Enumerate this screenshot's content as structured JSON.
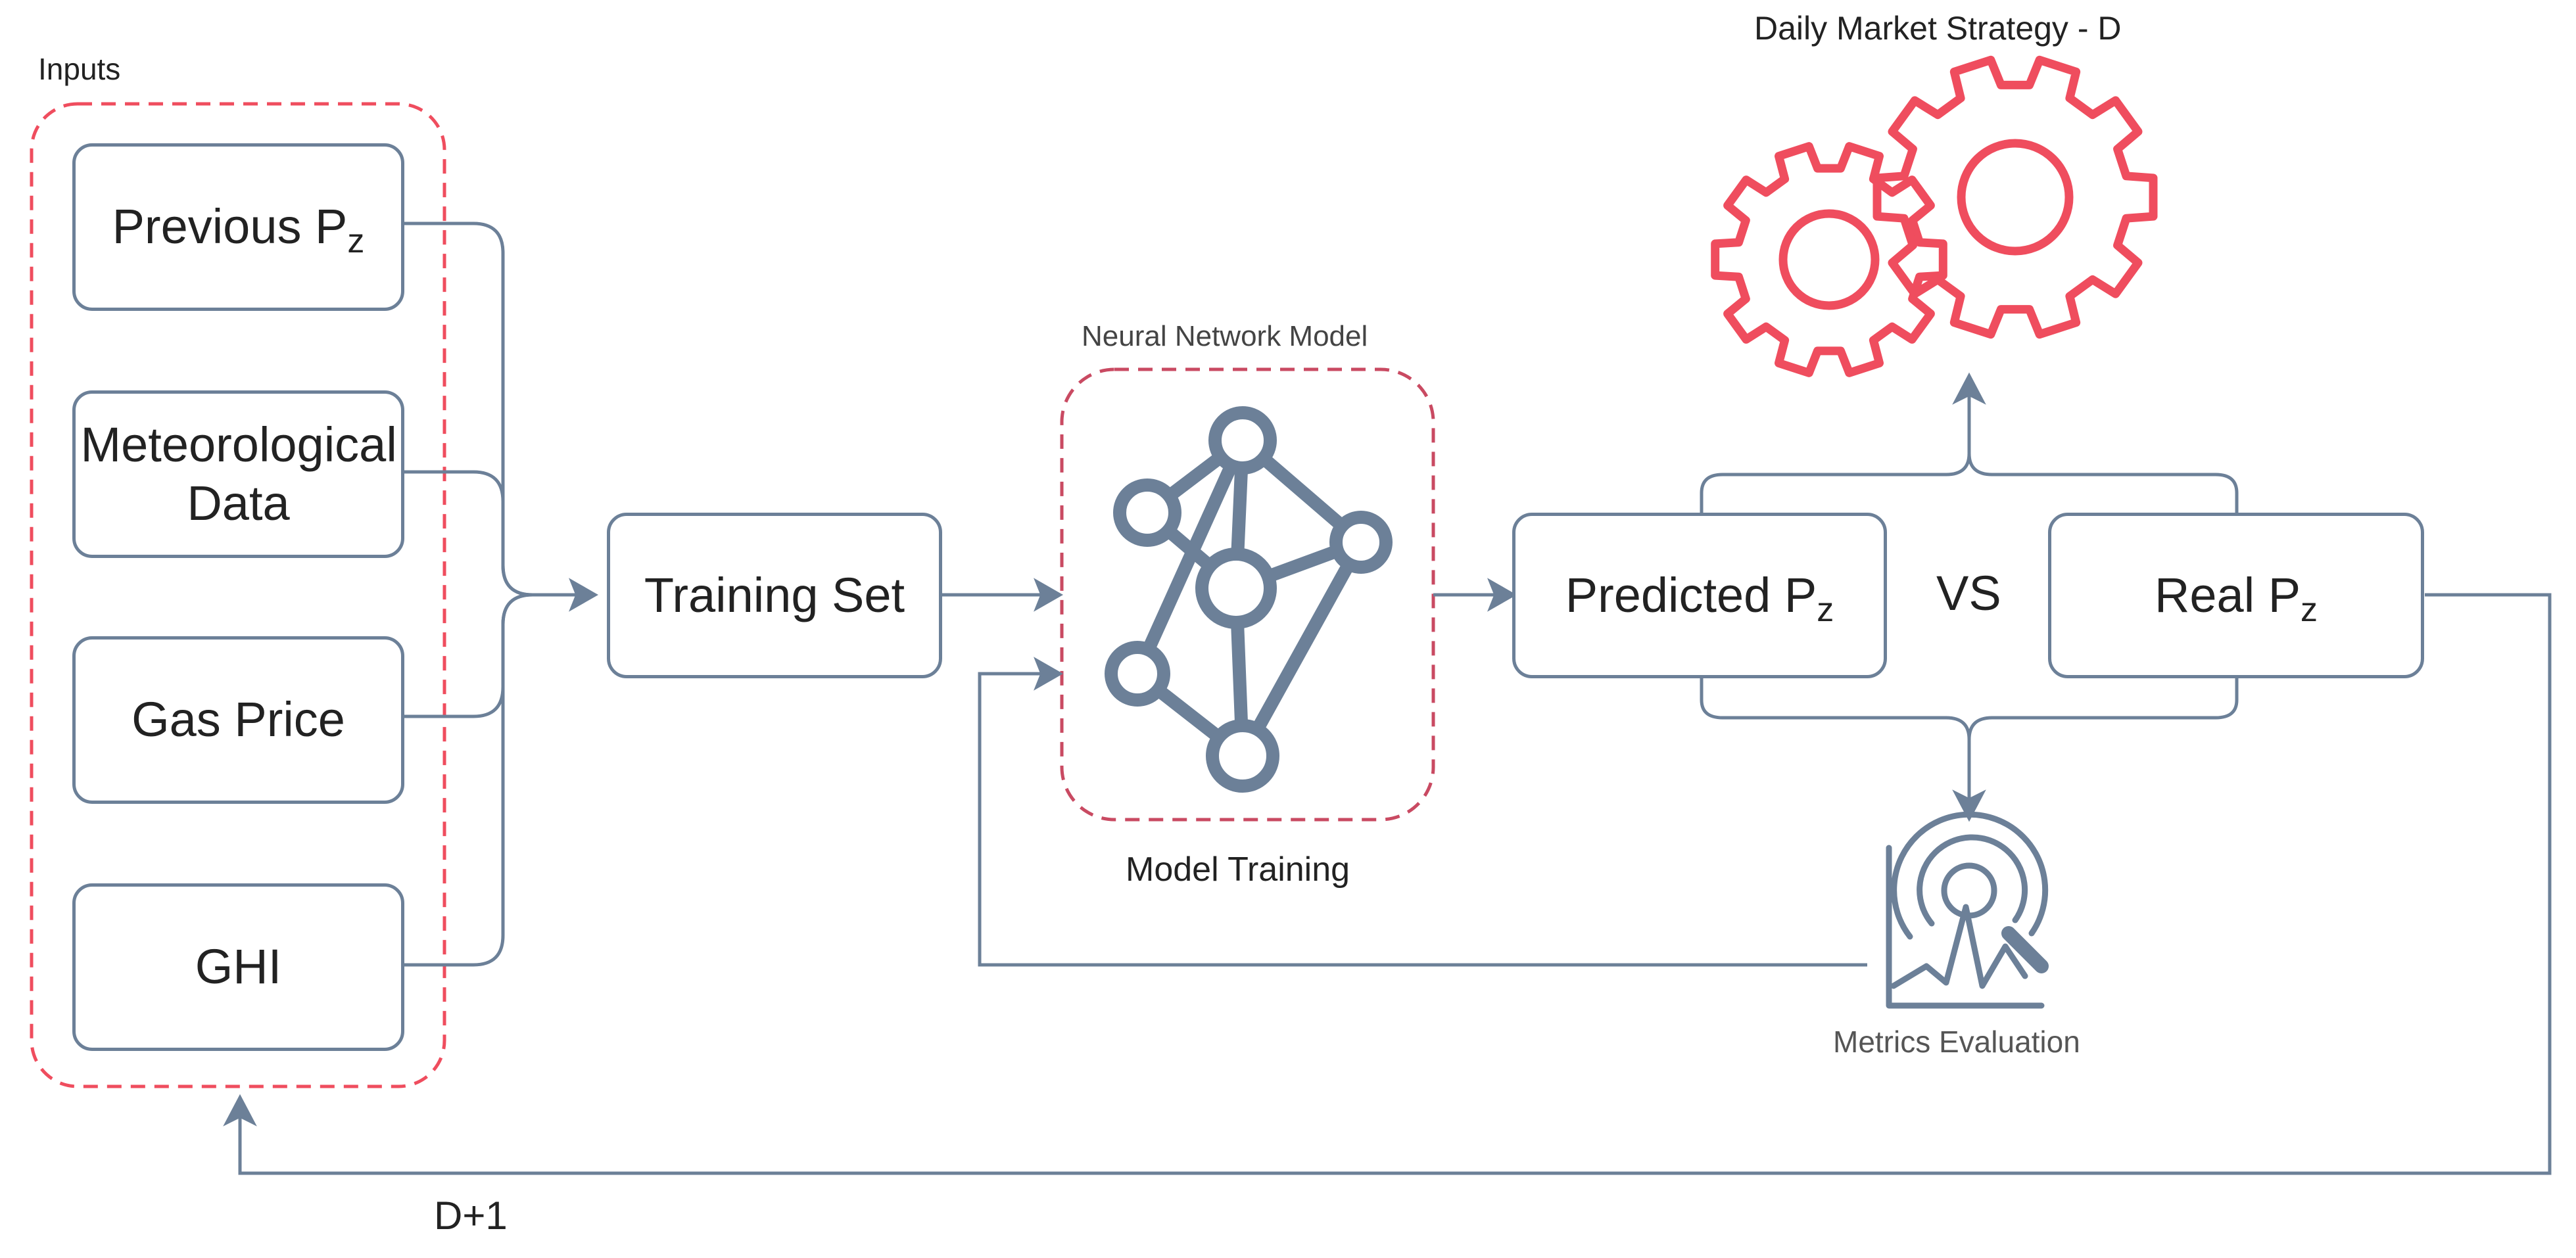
{
  "inputs_group": {
    "label": "Inputs",
    "items": [
      "Previous P",
      "Meteorological Data",
      "Gas Price",
      "GHI"
    ],
    "subscript": "z"
  },
  "training_set": {
    "label": "Training Set"
  },
  "model": {
    "title": "Neural Network Model",
    "caption": "Model Training"
  },
  "predicted": {
    "label": "Predicted P",
    "subscript": "z"
  },
  "real": {
    "label": "Real P",
    "subscript": "z"
  },
  "vs_label": "VS",
  "strategy": {
    "label": "Daily Market Strategy - D"
  },
  "metrics": {
    "label": "Metrics Evaluation"
  },
  "loop_label": "D+1",
  "colors": {
    "line": "#6c8098",
    "accent": "#ef4d5e",
    "text": "#222222"
  },
  "icons": [
    "neural-network-icon",
    "gears-icon",
    "metrics-evaluation-icon"
  ]
}
